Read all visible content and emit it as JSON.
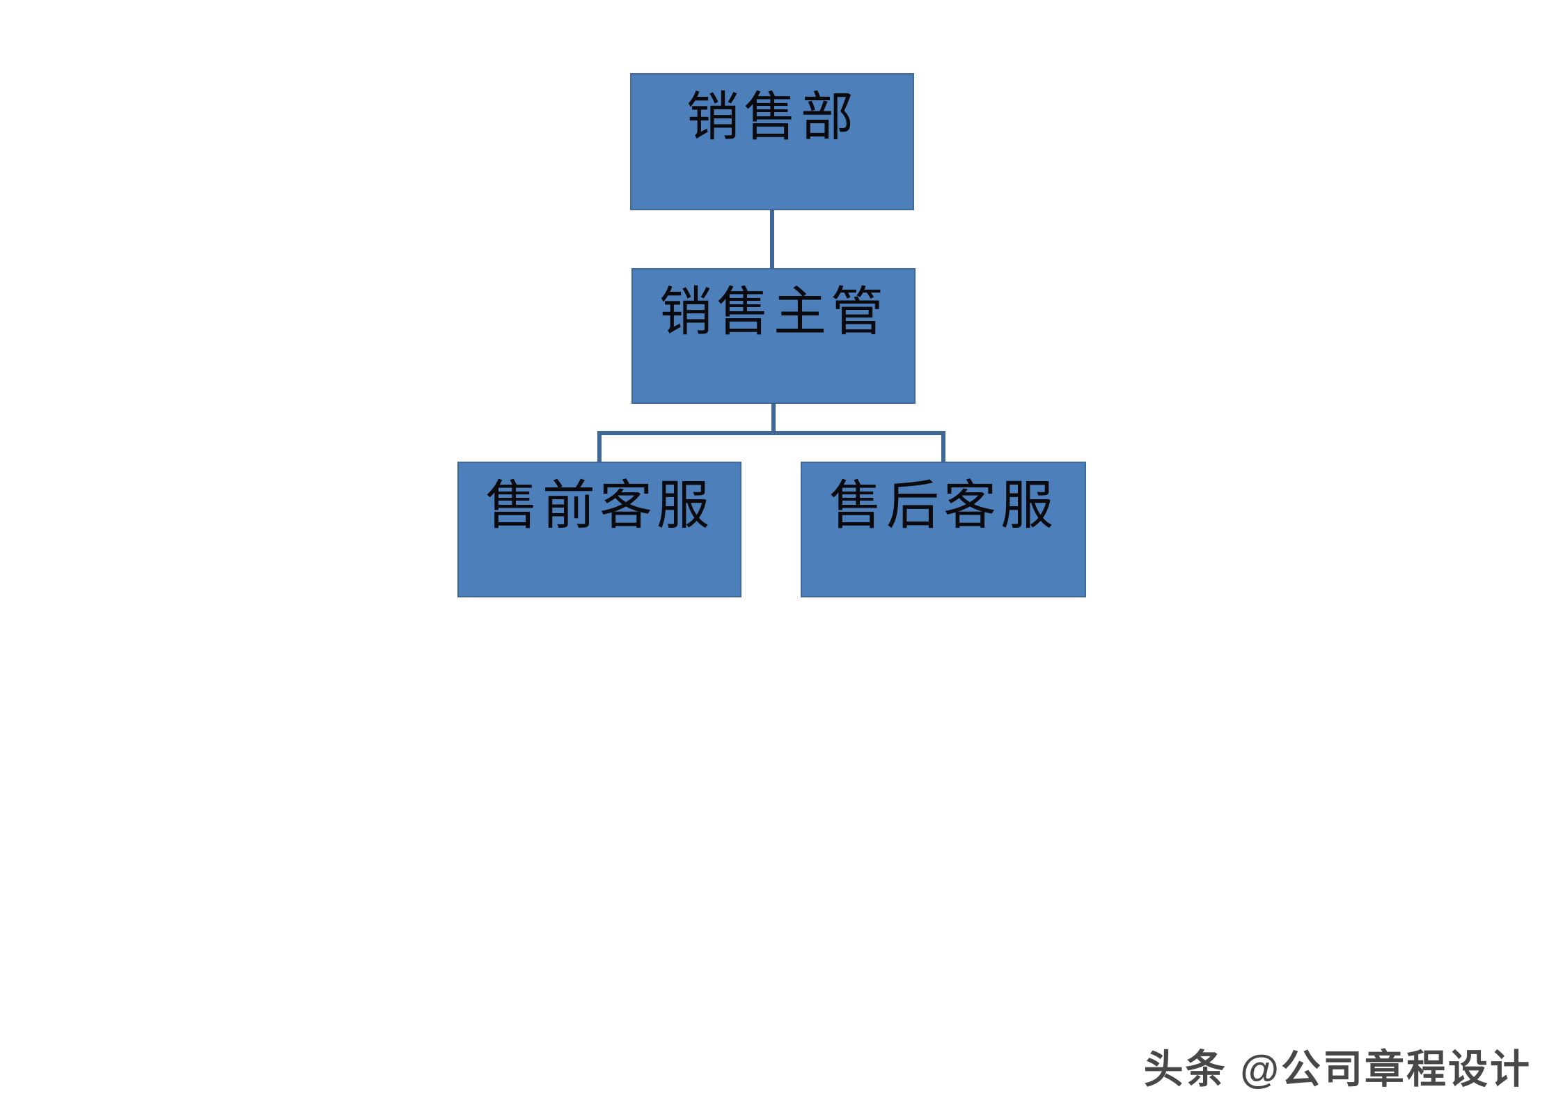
{
  "diagram": {
    "type": "org-chart",
    "nodes": {
      "root": {
        "label": "销售部",
        "level": 1
      },
      "manager": {
        "label": "销售主管",
        "level": 2,
        "reports_to": "销售部"
      },
      "children": [
        {
          "label": "售前客服",
          "level": 3,
          "reports_to": "销售主管"
        },
        {
          "label": "售后客服",
          "level": 3,
          "reports_to": "销售主管"
        }
      ]
    }
  },
  "watermark": {
    "text": "头条 @公司章程设计"
  },
  "colors": {
    "node_fill": "#4D7FBA",
    "node_border": "#41679B",
    "connector": "#3F6795",
    "node_text": "#0A0A0F",
    "watermark_text": "#474747",
    "background": "#FFFFFF"
  }
}
